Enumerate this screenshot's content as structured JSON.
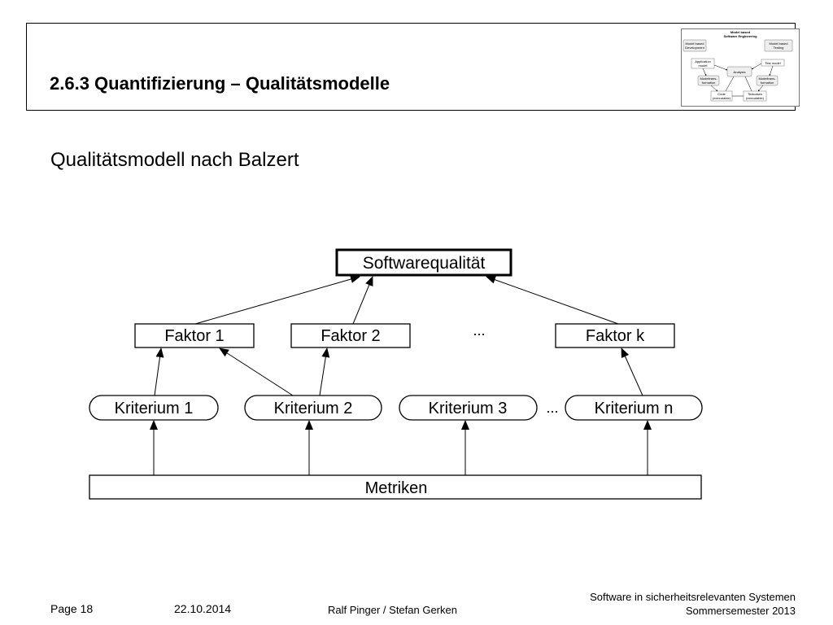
{
  "header": {
    "title": "2.6.3 Quantifizierung – Qualitätsmodelle",
    "thumbnail": {
      "title_line1": "Model based",
      "title_line2": "Software Engineering",
      "left_box": [
        "Model based",
        "Development"
      ],
      "right_box": [
        "Model based",
        "Testing"
      ],
      "application_model": [
        "Application",
        "model"
      ],
      "test_model": [
        "Test model"
      ],
      "analysis": [
        "Analysis"
      ],
      "model_transformation_left": [
        "Modeltrans-",
        "formation"
      ],
      "model_transformation_right": [
        "Modeltrans-",
        "formation"
      ],
      "code": [
        "Code",
        "(executable)"
      ],
      "testcases": [
        "Testcases",
        "(executable)"
      ]
    }
  },
  "subtitle": "Qualitätsmodell nach Balzert",
  "diagram": {
    "top_node": "Softwarequalität",
    "factors": [
      "Faktor 1",
      "Faktor 2",
      "Faktor k"
    ],
    "factor_ellipsis": "...",
    "criteria": [
      "Kriterium 1",
      "Kriterium 2",
      "Kriterium 3",
      "Kriterium n"
    ],
    "criteria_ellipsis": "...",
    "metrics": "Metriken"
  },
  "footer": {
    "page": "Page 18",
    "date": "22.10.2014",
    "authors": "Ralf Pinger / Stefan Gerken",
    "course": "Software in sicherheitsrelevanten Systemen",
    "semester": "Sommersemester 2013"
  }
}
